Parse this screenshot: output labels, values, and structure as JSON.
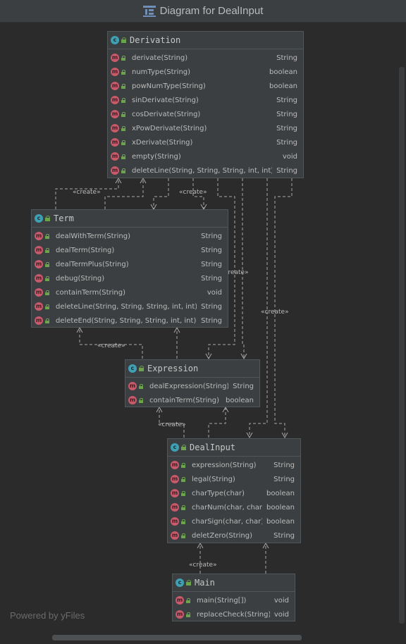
{
  "window": {
    "title": "Diagram for DealInput"
  },
  "footer": {
    "powered_by": "Powered by yFiles"
  },
  "edge_label": "«create»",
  "classes": {
    "derivation": {
      "name": "Derivation",
      "methods": [
        {
          "name": "derivate(String)",
          "type": "String"
        },
        {
          "name": "numType(String)",
          "type": "boolean"
        },
        {
          "name": "powNumType(String)",
          "type": "boolean"
        },
        {
          "name": "sinDerivate(String)",
          "type": "String"
        },
        {
          "name": "cosDerivate(String)",
          "type": "String"
        },
        {
          "name": "xPowDerivate(String)",
          "type": "String"
        },
        {
          "name": "xDerivate(String)",
          "type": "String"
        },
        {
          "name": "empty(String)",
          "type": "void"
        },
        {
          "name": "deleteLine(String, String, String, int, int)",
          "type": "String"
        }
      ]
    },
    "term": {
      "name": "Term",
      "methods": [
        {
          "name": "dealWithTerm(String)",
          "type": "String"
        },
        {
          "name": "dealTerm(String)",
          "type": "String"
        },
        {
          "name": "dealTermPlus(String)",
          "type": "String"
        },
        {
          "name": "debug(String)",
          "type": "String"
        },
        {
          "name": "containTerm(String)",
          "type": "void"
        },
        {
          "name": "deleteLine(String, String, String, int, int)",
          "type": "String"
        },
        {
          "name": "deleteEnd(String, String, String, int, int)",
          "type": "String"
        }
      ]
    },
    "expression": {
      "name": "Expression",
      "methods": [
        {
          "name": "dealExpression(String)",
          "type": "String"
        },
        {
          "name": "containTerm(String)",
          "type": "boolean"
        }
      ]
    },
    "dealinput": {
      "name": "DealInput",
      "methods": [
        {
          "name": "expression(String)",
          "type": "String"
        },
        {
          "name": "legal(String)",
          "type": "String"
        },
        {
          "name": "charType(char)",
          "type": "boolean"
        },
        {
          "name": "charNum(char, char)",
          "type": "boolean"
        },
        {
          "name": "charSign(char, char)",
          "type": "boolean"
        },
        {
          "name": "deletZero(String)",
          "type": "String"
        }
      ]
    },
    "main": {
      "name": "Main",
      "methods": [
        {
          "name": "main(String[])",
          "type": "void"
        },
        {
          "name": "replaceCheck(String)",
          "type": "void"
        }
      ]
    }
  },
  "icons": {
    "class": "c",
    "method": "m"
  },
  "colors": {
    "background": "#2b2b2b",
    "class_icon": "#3fa0b4",
    "method_icon": "#c75a6b",
    "access": "#6aa54b"
  }
}
